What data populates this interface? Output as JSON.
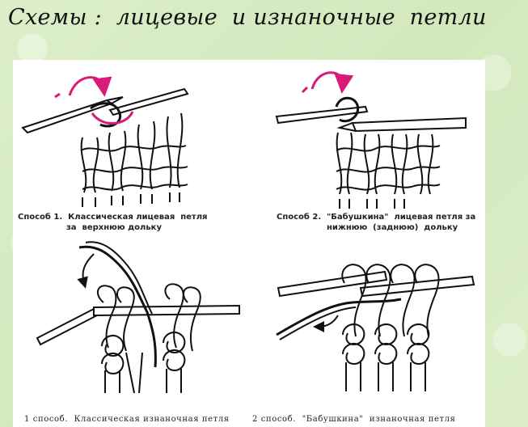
{
  "title": "Схемы :  лицевые  и изнаночные  петли",
  "colors": {
    "arrow": "#d81b7a",
    "ink": "#111111",
    "background": "#d9ecc6"
  },
  "captions": {
    "top_left_line1": "Способ 1.  Классическая лицевая  петля",
    "top_left_line2": "за  верхнюю дольку",
    "top_right_line1": "Способ 2.  \"Бабушкина\"  лицевая петля за",
    "top_right_line2": "нижнюю  (заднюю)  дольку",
    "bottom_left": "1 способ.  Классическая изнаночная петля",
    "bottom_right": "2 способ.  \"Бабушкина\"  изнаночная петля"
  }
}
